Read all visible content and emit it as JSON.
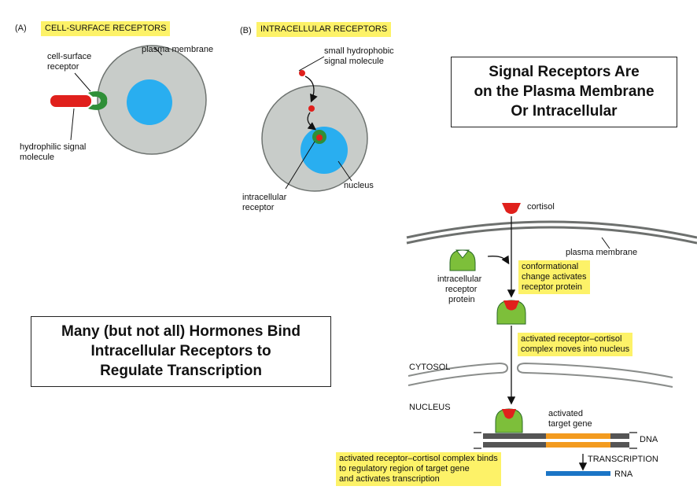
{
  "panelA": {
    "letter": "(A)",
    "heading": "CELL-SURFACE RECEPTORS",
    "plasma_membrane": "plasma membrane",
    "receptor_label": [
      "cell-surface",
      "receptor"
    ],
    "signal_label": [
      "hydrophilic signal",
      "molecule"
    ]
  },
  "panelB": {
    "letter": "(B)",
    "heading": "INTRACELLULAR RECEPTORS",
    "signal_label": [
      "small hydrophobic",
      "signal molecule"
    ],
    "nucleus": "nucleus",
    "receptor_label": [
      "intracellular",
      "receptor"
    ]
  },
  "box1": {
    "lines": [
      "Signal Receptors Are",
      "on the Plasma Membrane",
      "Or Intracellular"
    ]
  },
  "box2": {
    "lines": [
      "Many (but not all) Hormones Bind",
      "Intracellular Receptors to",
      "Regulate Transcription"
    ]
  },
  "panelC": {
    "cortisol": "cortisol",
    "plasma_membrane": "plasma membrane",
    "receptor_protein": [
      "intracellular",
      "receptor",
      "protein"
    ],
    "conformational": [
      "conformational",
      "change activates",
      "receptor protein"
    ],
    "moves": [
      "activated receptor–cortisol",
      "complex moves into nucleus"
    ],
    "cytosol": "CYTOSOL",
    "nucleus": "NUCLEUS",
    "target_gene": [
      "activated",
      "target gene"
    ],
    "dna": "DNA",
    "binds": [
      "activated receptor–cortisol complex binds",
      "to regulatory region of target gene",
      "and activates transcription"
    ],
    "transcription": "TRANSCRIPTION",
    "rna": "RNA"
  },
  "colors": {
    "highlight": "#fdf268",
    "cell": "#c8ccc9",
    "nucleus": "#29aef0",
    "receptor_green": "#2f8f38",
    "ligand_red": "#e0201c",
    "receptor_light_green": "#7dbf3a",
    "gene_orange": "#f39b1f",
    "rna_blue": "#1b75c6"
  }
}
